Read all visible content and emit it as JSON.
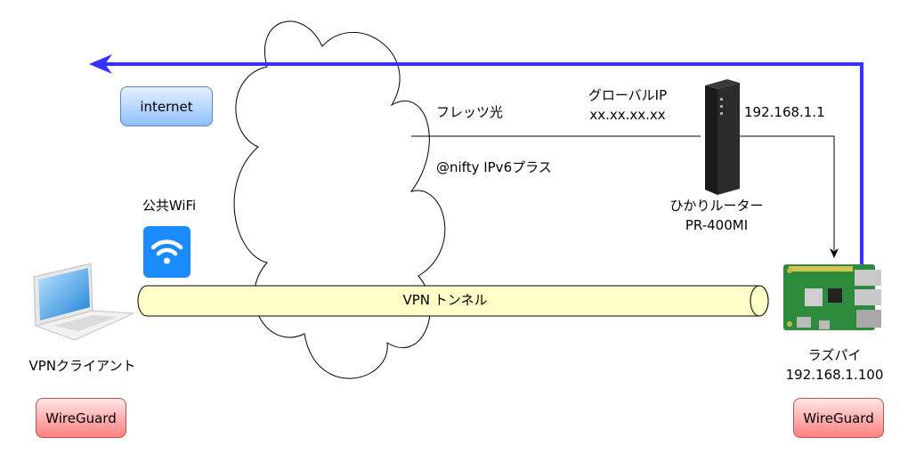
{
  "labels": {
    "internet": "internet",
    "flets": "フレッツ光",
    "nifty": "@nifty IPv6プラス",
    "global_ip_title": "グローバルIP",
    "global_ip_value": "xx.xx.xx.xx",
    "router_lan_ip": "192.168.1.1",
    "router_name": "ひかりルーター",
    "router_model": "PR-400MI",
    "public_wifi": "公共WiFi",
    "vpn_tunnel": "VPN トンネル",
    "vpn_client": "VPNクライアント",
    "raspi_name": "ラズパイ",
    "raspi_ip": "192.168.1.100",
    "wireguard_client": "WireGuard",
    "wireguard_server": "WireGuard"
  },
  "icons": {
    "cloud": "cloud-icon",
    "router": "router-icon",
    "wifi": "wifi-icon",
    "laptop": "laptop-icon",
    "raspberry_pi": "raspberry-pi-board-icon"
  },
  "colors": {
    "route_arrow": "#3333ff",
    "tunnel_fill": "#ffffc8",
    "wifi_badge": "#1a8cff",
    "internet_badge": "#8dc0ff",
    "wireguard_badge": "#ff8080"
  }
}
